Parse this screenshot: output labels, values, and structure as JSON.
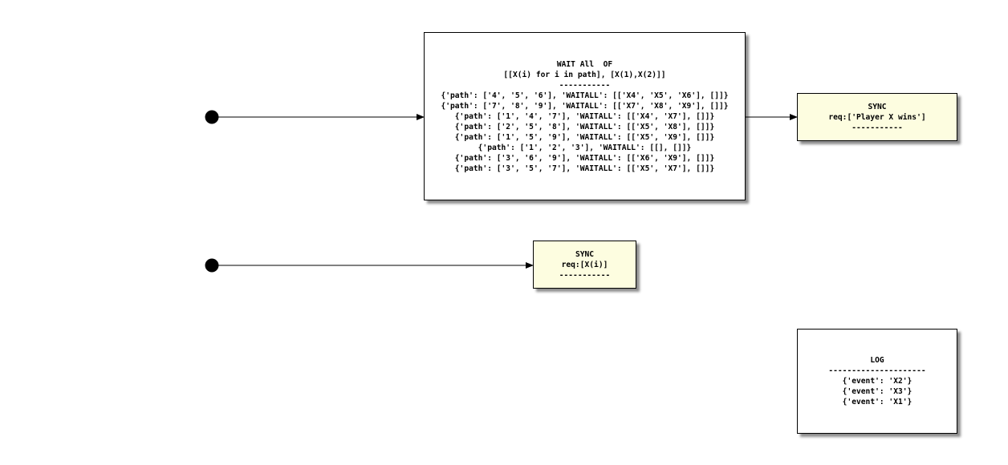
{
  "colors": {
    "sync_fill": "#fdfde0",
    "wait_fill": "#ffffff",
    "log_fill": "#ffffff",
    "stroke": "#000000"
  },
  "wait_node": {
    "lines": [
      "WAIT All  OF",
      "[[X(i) for i in path], [X(1),X(2)]]",
      "-----------",
      "{'path': ['4', '5', '6'], 'WAITALL': [['X4', 'X5', 'X6'], []]}",
      "{'path': ['7', '8', '9'], 'WAITALL': [['X7', 'X8', 'X9'], []]}",
      "{'path': ['1', '4', '7'], 'WAITALL': [['X4', 'X7'], []]}",
      "{'path': ['2', '5', '8'], 'WAITALL': [['X5', 'X8'], []]}",
      "{'path': ['1', '5', '9'], 'WAITALL': [['X5', 'X9'], []]}",
      "{'path': ['1', '2', '3'], 'WAITALL': [[], []]}",
      "{'path': ['3', '6', '9'], 'WAITALL': [['X6', 'X9'], []]}",
      "{'path': ['3', '5', '7'], 'WAITALL': [['X5', 'X7'], []]}"
    ]
  },
  "sync_win_node": {
    "lines": [
      "SYNC",
      "req:['Player X wins']",
      "-----------"
    ]
  },
  "sync_x_node": {
    "lines": [
      "SYNC",
      "req:[X(i)]",
      "-----------"
    ]
  },
  "log_node": {
    "lines": [
      "LOG",
      "---------------------",
      "{'event': 'X2'}",
      "{'event': 'X3'}",
      "{'event': 'X1'}"
    ]
  }
}
